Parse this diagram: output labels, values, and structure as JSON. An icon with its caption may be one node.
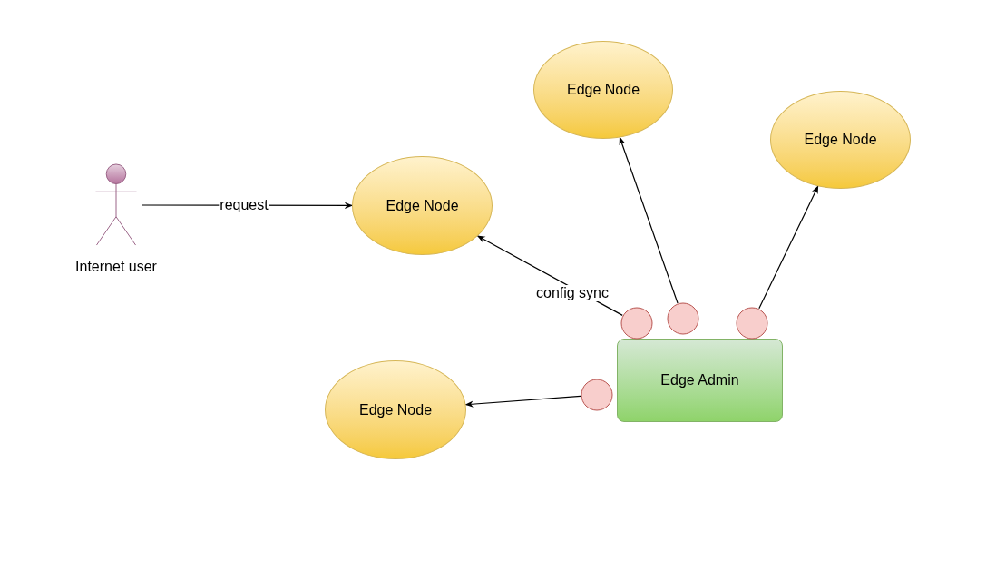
{
  "diagram": {
    "nodes": [
      {
        "text": [
          "Internet user"
        ]
      },
      {
        "text": [
          "Edge Node"
        ]
      },
      {
        "text": [
          "Edge Node"
        ]
      },
      {
        "text": [
          "Edge Node"
        ]
      },
      {
        "text": [
          "Edge Admin"
        ]
      },
      {
        "text": [
          "Edge Node"
        ]
      },
      {
        "text": [],
        "shape": "circle"
      },
      {
        "text": [],
        "shape": "circle"
      },
      {
        "text": [],
        "shape": "circle"
      },
      {
        "text": [],
        "shape": "circle"
      }
    ],
    "edges": [
      {
        "from": 0,
        "to": 3,
        "arrow": "to",
        "label": "request"
      },
      {
        "from": 6,
        "to": 3,
        "arrow": "to",
        "label": "config sync"
      },
      {
        "from": 7,
        "to": 1,
        "arrow": "to"
      },
      {
        "from": 8,
        "to": 2,
        "arrow": "to"
      },
      {
        "from": 9,
        "to": 5,
        "arrow": "to"
      }
    ]
  }
}
